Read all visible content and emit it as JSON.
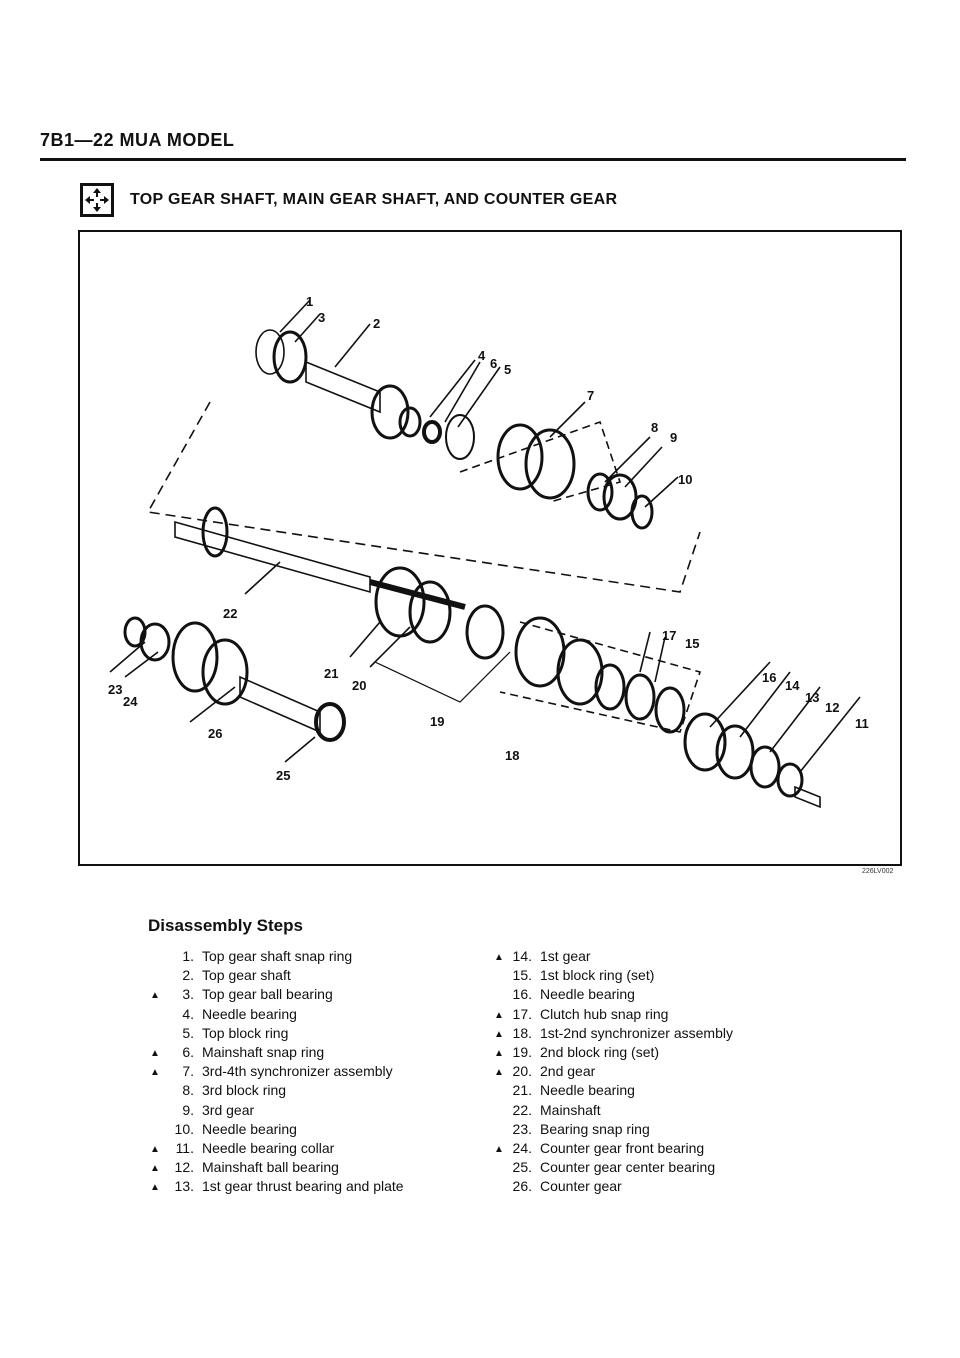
{
  "header": {
    "title": "7B1—22 MUA MODEL"
  },
  "section": {
    "icon": "disassembly-arrows-icon",
    "title": "TOP GEAR SHAFT, MAIN GEAR SHAFT, AND COUNTER GEAR"
  },
  "figure": {
    "code": "226LV002",
    "callouts": [
      "1",
      "2",
      "3",
      "4",
      "5",
      "6",
      "7",
      "8",
      "9",
      "10",
      "11",
      "12",
      "13",
      "14",
      "15",
      "16",
      "17",
      "18",
      "19",
      "20",
      "21",
      "22",
      "23",
      "24",
      "25",
      "26"
    ]
  },
  "steps": {
    "title": "Disassembly Steps",
    "left": [
      {
        "mark": "",
        "num": "1.",
        "text": "Top gear shaft snap ring"
      },
      {
        "mark": "",
        "num": "2.",
        "text": "Top gear shaft"
      },
      {
        "mark": "▲",
        "num": "3.",
        "text": "Top gear ball bearing"
      },
      {
        "mark": "",
        "num": "4.",
        "text": "Needle bearing"
      },
      {
        "mark": "",
        "num": "5.",
        "text": "Top block ring"
      },
      {
        "mark": "▲",
        "num": "6.",
        "text": "Mainshaft snap ring"
      },
      {
        "mark": "▲",
        "num": "7.",
        "text": "3rd-4th synchronizer assembly"
      },
      {
        "mark": "",
        "num": "8.",
        "text": "3rd block ring"
      },
      {
        "mark": "",
        "num": "9.",
        "text": "3rd gear"
      },
      {
        "mark": "",
        "num": "10.",
        "text": "Needle bearing"
      },
      {
        "mark": "▲",
        "num": "11.",
        "text": "Needle bearing collar"
      },
      {
        "mark": "▲",
        "num": "12.",
        "text": "Mainshaft ball bearing"
      },
      {
        "mark": "▲",
        "num": "13.",
        "text": "1st gear thrust bearing and plate"
      }
    ],
    "right": [
      {
        "mark": "▲",
        "num": "14.",
        "text": "1st gear"
      },
      {
        "mark": "",
        "num": "15.",
        "text": "1st block ring (set)"
      },
      {
        "mark": "",
        "num": "16.",
        "text": "Needle bearing"
      },
      {
        "mark": "▲",
        "num": "17.",
        "text": "Clutch hub snap ring"
      },
      {
        "mark": "▲",
        "num": "18.",
        "text": "1st-2nd synchronizer assembly"
      },
      {
        "mark": "▲",
        "num": "19.",
        "text": "2nd block ring (set)"
      },
      {
        "mark": "▲",
        "num": "20.",
        "text": "2nd gear"
      },
      {
        "mark": "",
        "num": "21.",
        "text": "Needle bearing"
      },
      {
        "mark": "",
        "num": "22.",
        "text": "Mainshaft"
      },
      {
        "mark": "",
        "num": "23.",
        "text": "Bearing snap ring"
      },
      {
        "mark": "▲",
        "num": "24.",
        "text": "Counter gear front bearing"
      },
      {
        "mark": "",
        "num": "25.",
        "text": "Counter gear center bearing"
      },
      {
        "mark": "",
        "num": "26.",
        "text": "Counter gear"
      }
    ]
  }
}
